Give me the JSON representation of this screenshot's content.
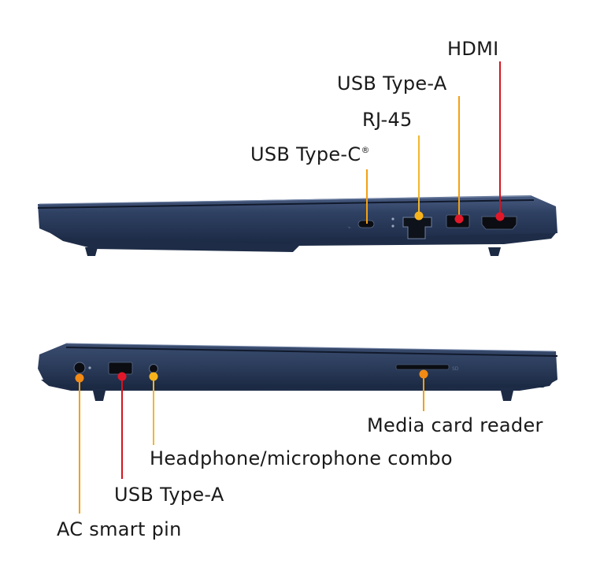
{
  "diagram": {
    "top_view": {
      "labels": {
        "hdmi": "HDMI",
        "usb_a": "USB Type-A",
        "rj45": "RJ-45",
        "usb_c": "USB Type-C",
        "usb_c_mark": "®"
      }
    },
    "bottom_view": {
      "labels": {
        "media_card": "Media card reader",
        "headphone": "Headphone/microphone combo",
        "usb_a": "USB Type-A",
        "ac_pin": "AC smart pin"
      },
      "sd_mark": "SD"
    }
  },
  "colors": {
    "body_dark": "#1e2d47",
    "body_mid": "#2c3d5c",
    "body_light": "#3d5078",
    "edge_highlight": "#6f81a3",
    "port_black": "#0b0d12",
    "dot_red": "#e2182a",
    "dot_orange": "#f28a16",
    "dot_yellow": "#f7b31b",
    "line_red": "#d4141f",
    "line_orange": "#f3a014",
    "line_yellow": "#f3b62a",
    "text": "#1a1a1a"
  }
}
